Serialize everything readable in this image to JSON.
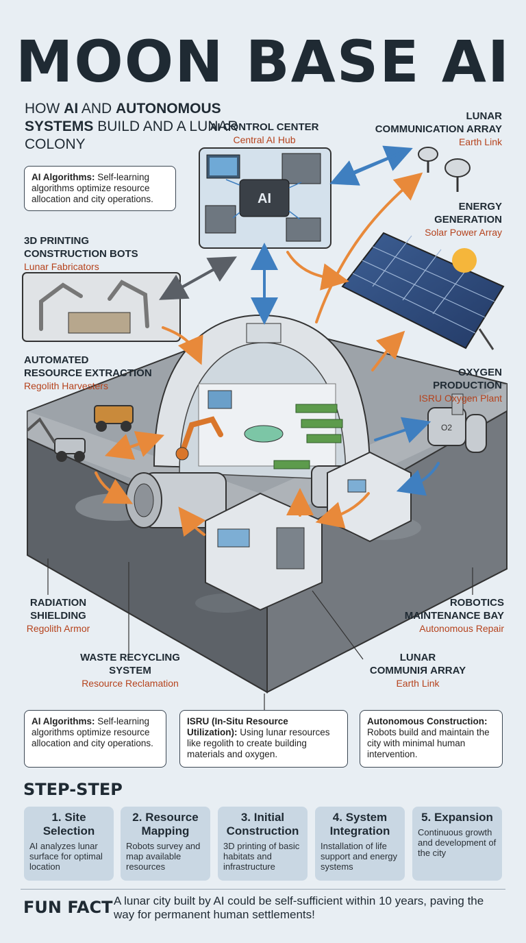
{
  "title": "MOON BASE AI",
  "subtitle": {
    "p1": "HOW ",
    "b1": "AI",
    "p2": " AND ",
    "b2": "AUTONOMOUS SYSTEMS",
    "p3": " BUILD AND A LUNAR COLONY"
  },
  "labels": {
    "control_center": {
      "title": "AI CONTROL CENTER",
      "sub": "Central AI Hub",
      "chip": "AI"
    },
    "comm_array_top": {
      "title1": "LUNAR",
      "title2": "COMMUNICATION ARRAY",
      "sub": "Earth Link"
    },
    "energy": {
      "title1": "ENERGY",
      "title2": "GENERATION",
      "sub": "Solar Power Array"
    },
    "printing": {
      "title1": "3D PRINTING",
      "title2": "CONSTRUCTION BOTS",
      "sub": "Lunar Fabricators"
    },
    "extraction": {
      "title1": "AUTOMATED",
      "title2": "RESOURCE EXTRACTION",
      "sub": "Regolith Harvesters"
    },
    "oxygen": {
      "title1": "OXYGEN",
      "title2": "PRODUCTION",
      "sub": "ISRU Oxygen Plant"
    },
    "radiation": {
      "title1": "RADIATION",
      "title2": "SHIELDING",
      "sub": "Regolith Armor"
    },
    "robotics": {
      "title1": "ROBOTICS",
      "title2": "MAINTENANCE BAY",
      "sub": "Autonomous Repair"
    },
    "waste": {
      "title1": "WASTE RECYCLING",
      "title2": "SYSTEM",
      "sub": "Resource Reclamation"
    },
    "comm_array_bottom": {
      "title1": "LUNAR",
      "title2": "COMMUNIЯ ARRAY",
      "sub": "Earth Link"
    },
    "oxygen_tank": "O2"
  },
  "info_top": {
    "bold": "AI Algorithms:",
    "text": " Self-learning algorithms optimize resource allocation and city operations."
  },
  "info_boxes": [
    {
      "bold": "AI Algorithms:",
      "text": " Self-learning algorithms optimize resource allocation and city operations."
    },
    {
      "bold": "ISRU (In-Situ Resource Utilization):",
      "text": " Using lunar resources like regolith to create building materials and oxygen."
    },
    {
      "bold": "Autonomous Construction:",
      "text": " Robots build and maintain the city with minimal human intervention."
    }
  ],
  "steps_heading": "STEP-STEP",
  "steps": [
    {
      "title": "1. Site Selection",
      "desc": "AI analyzes lunar surface for optimal location"
    },
    {
      "title": "2. Resource Mapping",
      "desc": "Robots survey and map available resources"
    },
    {
      "title": "3. Initial Construction",
      "desc": "3D printing of basic habitats and infrastructure"
    },
    {
      "title": "4. System Integration",
      "desc": "Installation of life support and energy systems"
    },
    {
      "title": "5. Expansion",
      "desc": "Continuous growth and development of the city"
    }
  ],
  "fun_fact": {
    "label": "FUN FACT",
    "text": "A lunar city built by AI could be self-sufficient within 10 years, paving the way for permanent human settlements!"
  },
  "colors": {
    "accent_orange": "#e8893a",
    "accent_blue": "#3f7fc0",
    "subtitle_red": "#b5421c",
    "step_bg": "#c9d7e3"
  }
}
